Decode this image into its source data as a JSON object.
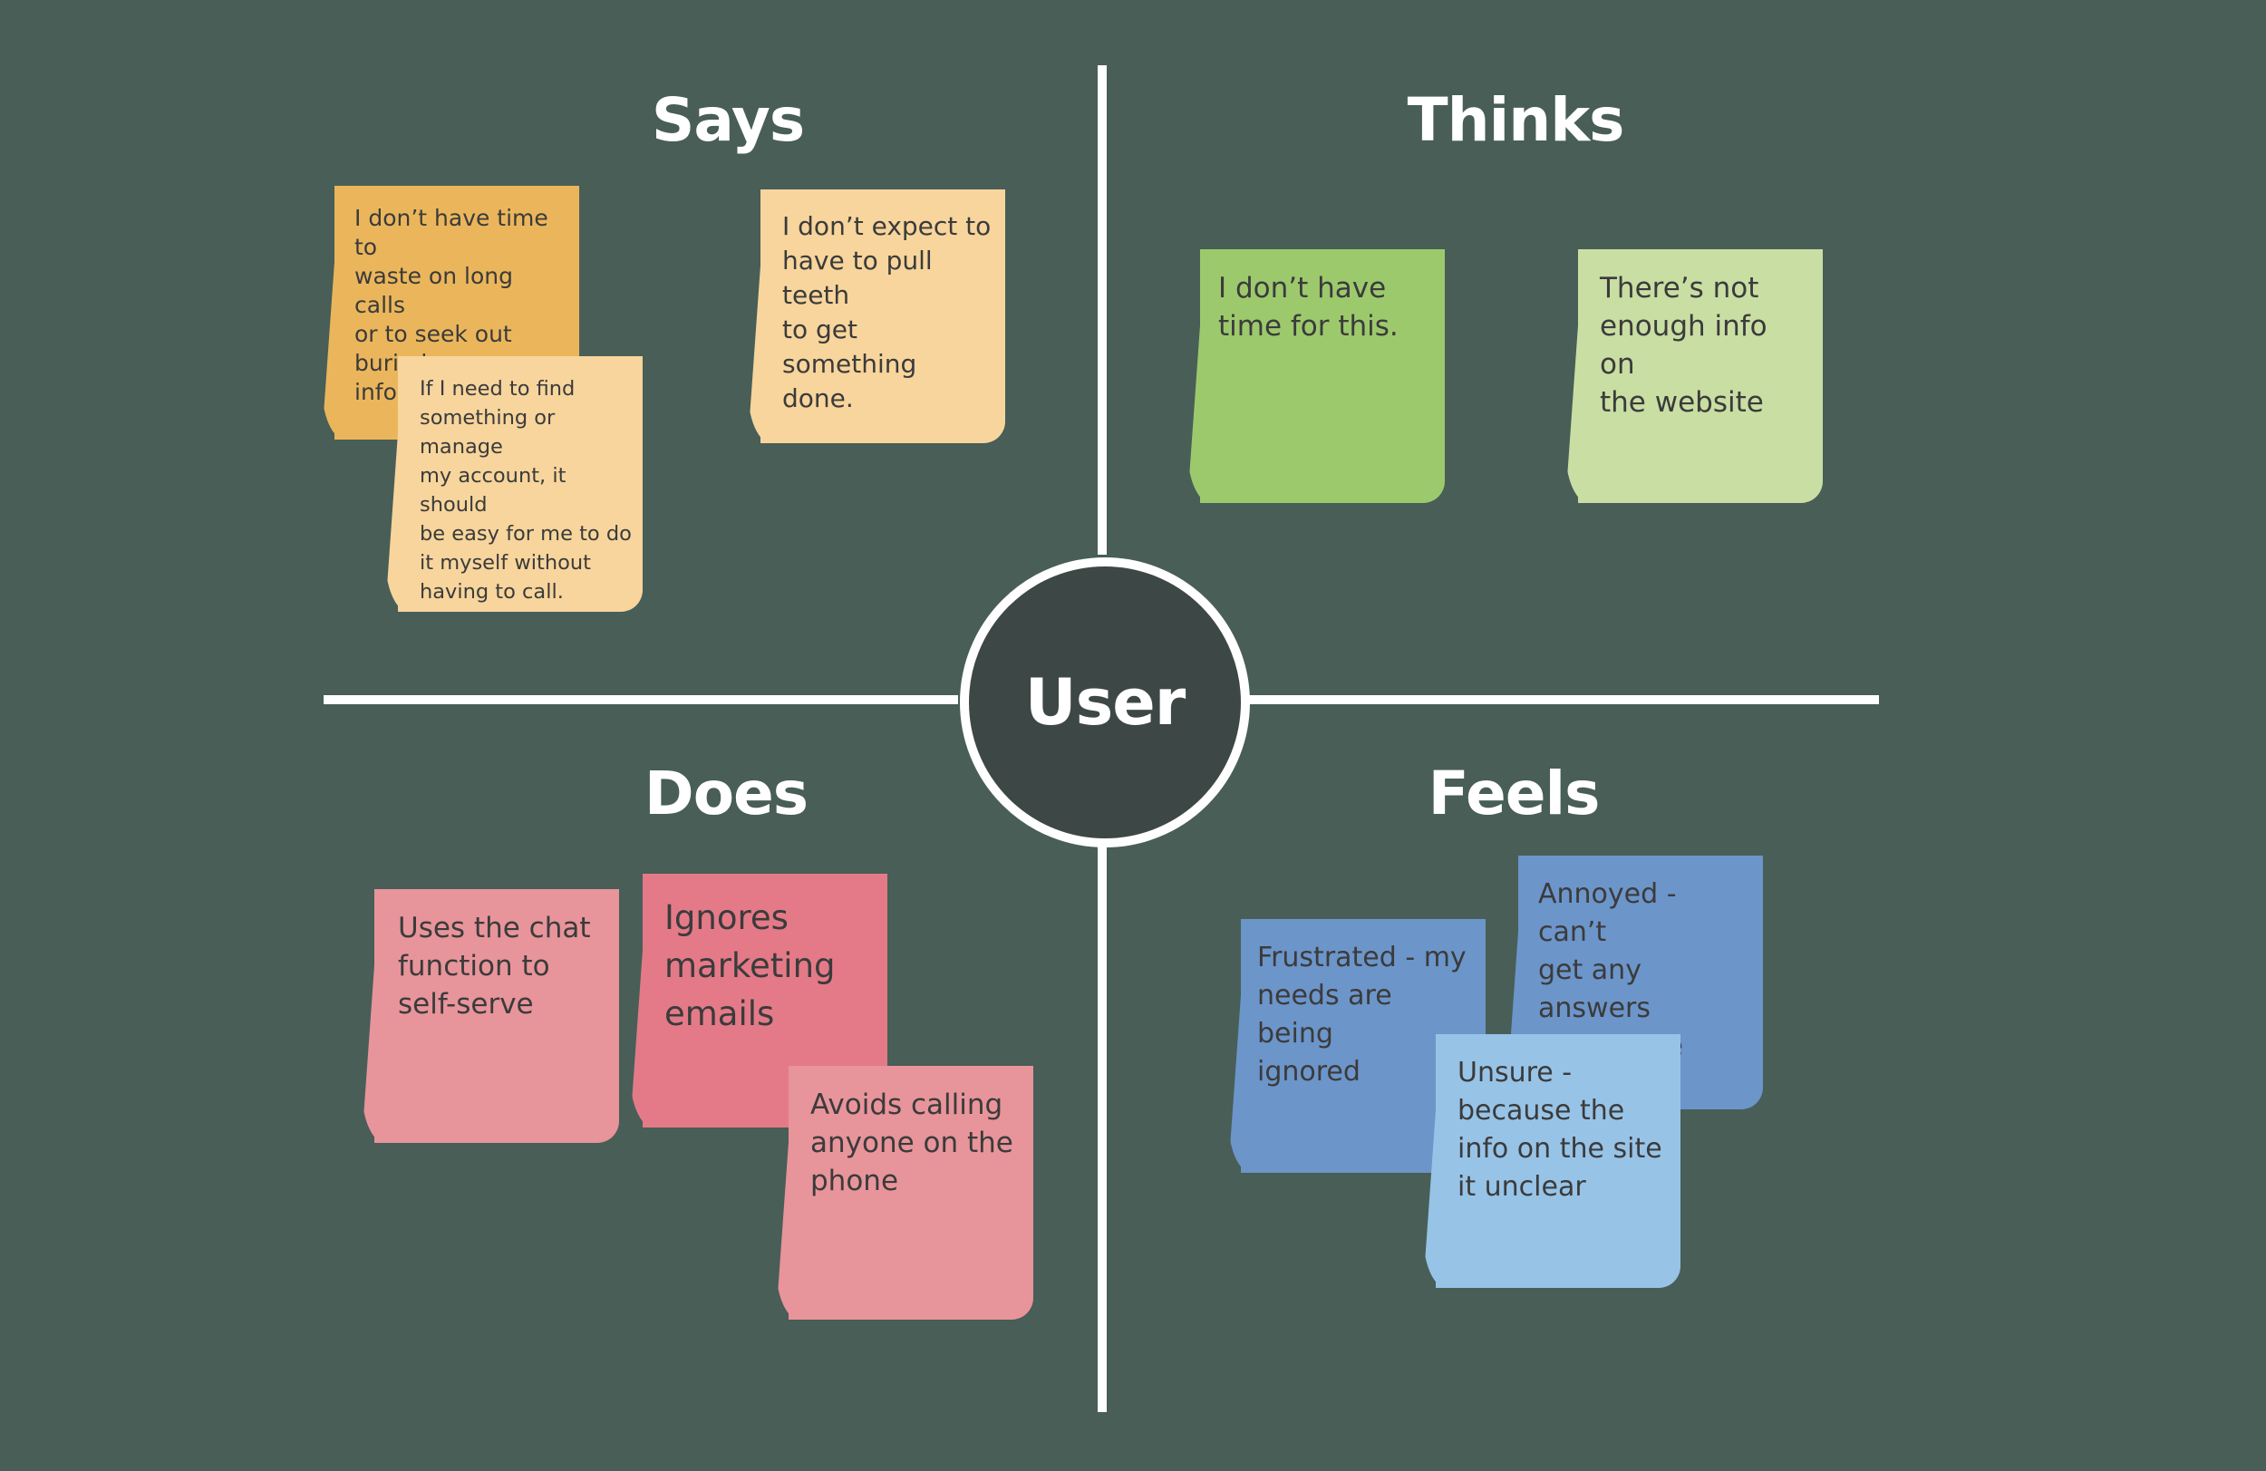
{
  "diagram": {
    "center_label": "User",
    "quadrants": {
      "says": {
        "title": "Says",
        "notes": [
          "I don’t have time to\nwaste on long calls\nor to seek out\nburied information.",
          "If I need to find\nsomething or manage\nmy account, it should\nbe easy for me to do\nit myself without\nhaving to call.",
          "I don’t expect to\nhave to pull teeth\nto get something\ndone."
        ]
      },
      "thinks": {
        "title": "Thinks",
        "notes": [
          "I don’t have\ntime for this.",
          "There’s not\nenough info on\nthe website"
        ]
      },
      "does": {
        "title": "Does",
        "notes": [
          "Uses the chat\nfunction to\nself-serve",
          "Ignores\nmarketing\nemails",
          "Avoids calling\nanyone on the\nphone"
        ]
      },
      "feels": {
        "title": "Feels",
        "notes": [
          "Frustrated - my\nneeds are being\nignored",
          "Annoyed - can’t\nget any answers\non the site",
          "Unsure -\nbecause the\ninfo on the site\nit unclear"
        ]
      }
    },
    "colors": {
      "background": "#485e57",
      "lines": "#ffffff",
      "center_fill": "#3d4745",
      "says_dark": "#ebb65b",
      "says_light": "#f7d59c",
      "thinks_dark": "#9dc96d",
      "thinks_light": "#c9dea3",
      "does_dark": "#e47a88",
      "does_light": "#e8949b",
      "feels_dark": "#6c95ca",
      "feels_light": "#97c3e7"
    }
  }
}
